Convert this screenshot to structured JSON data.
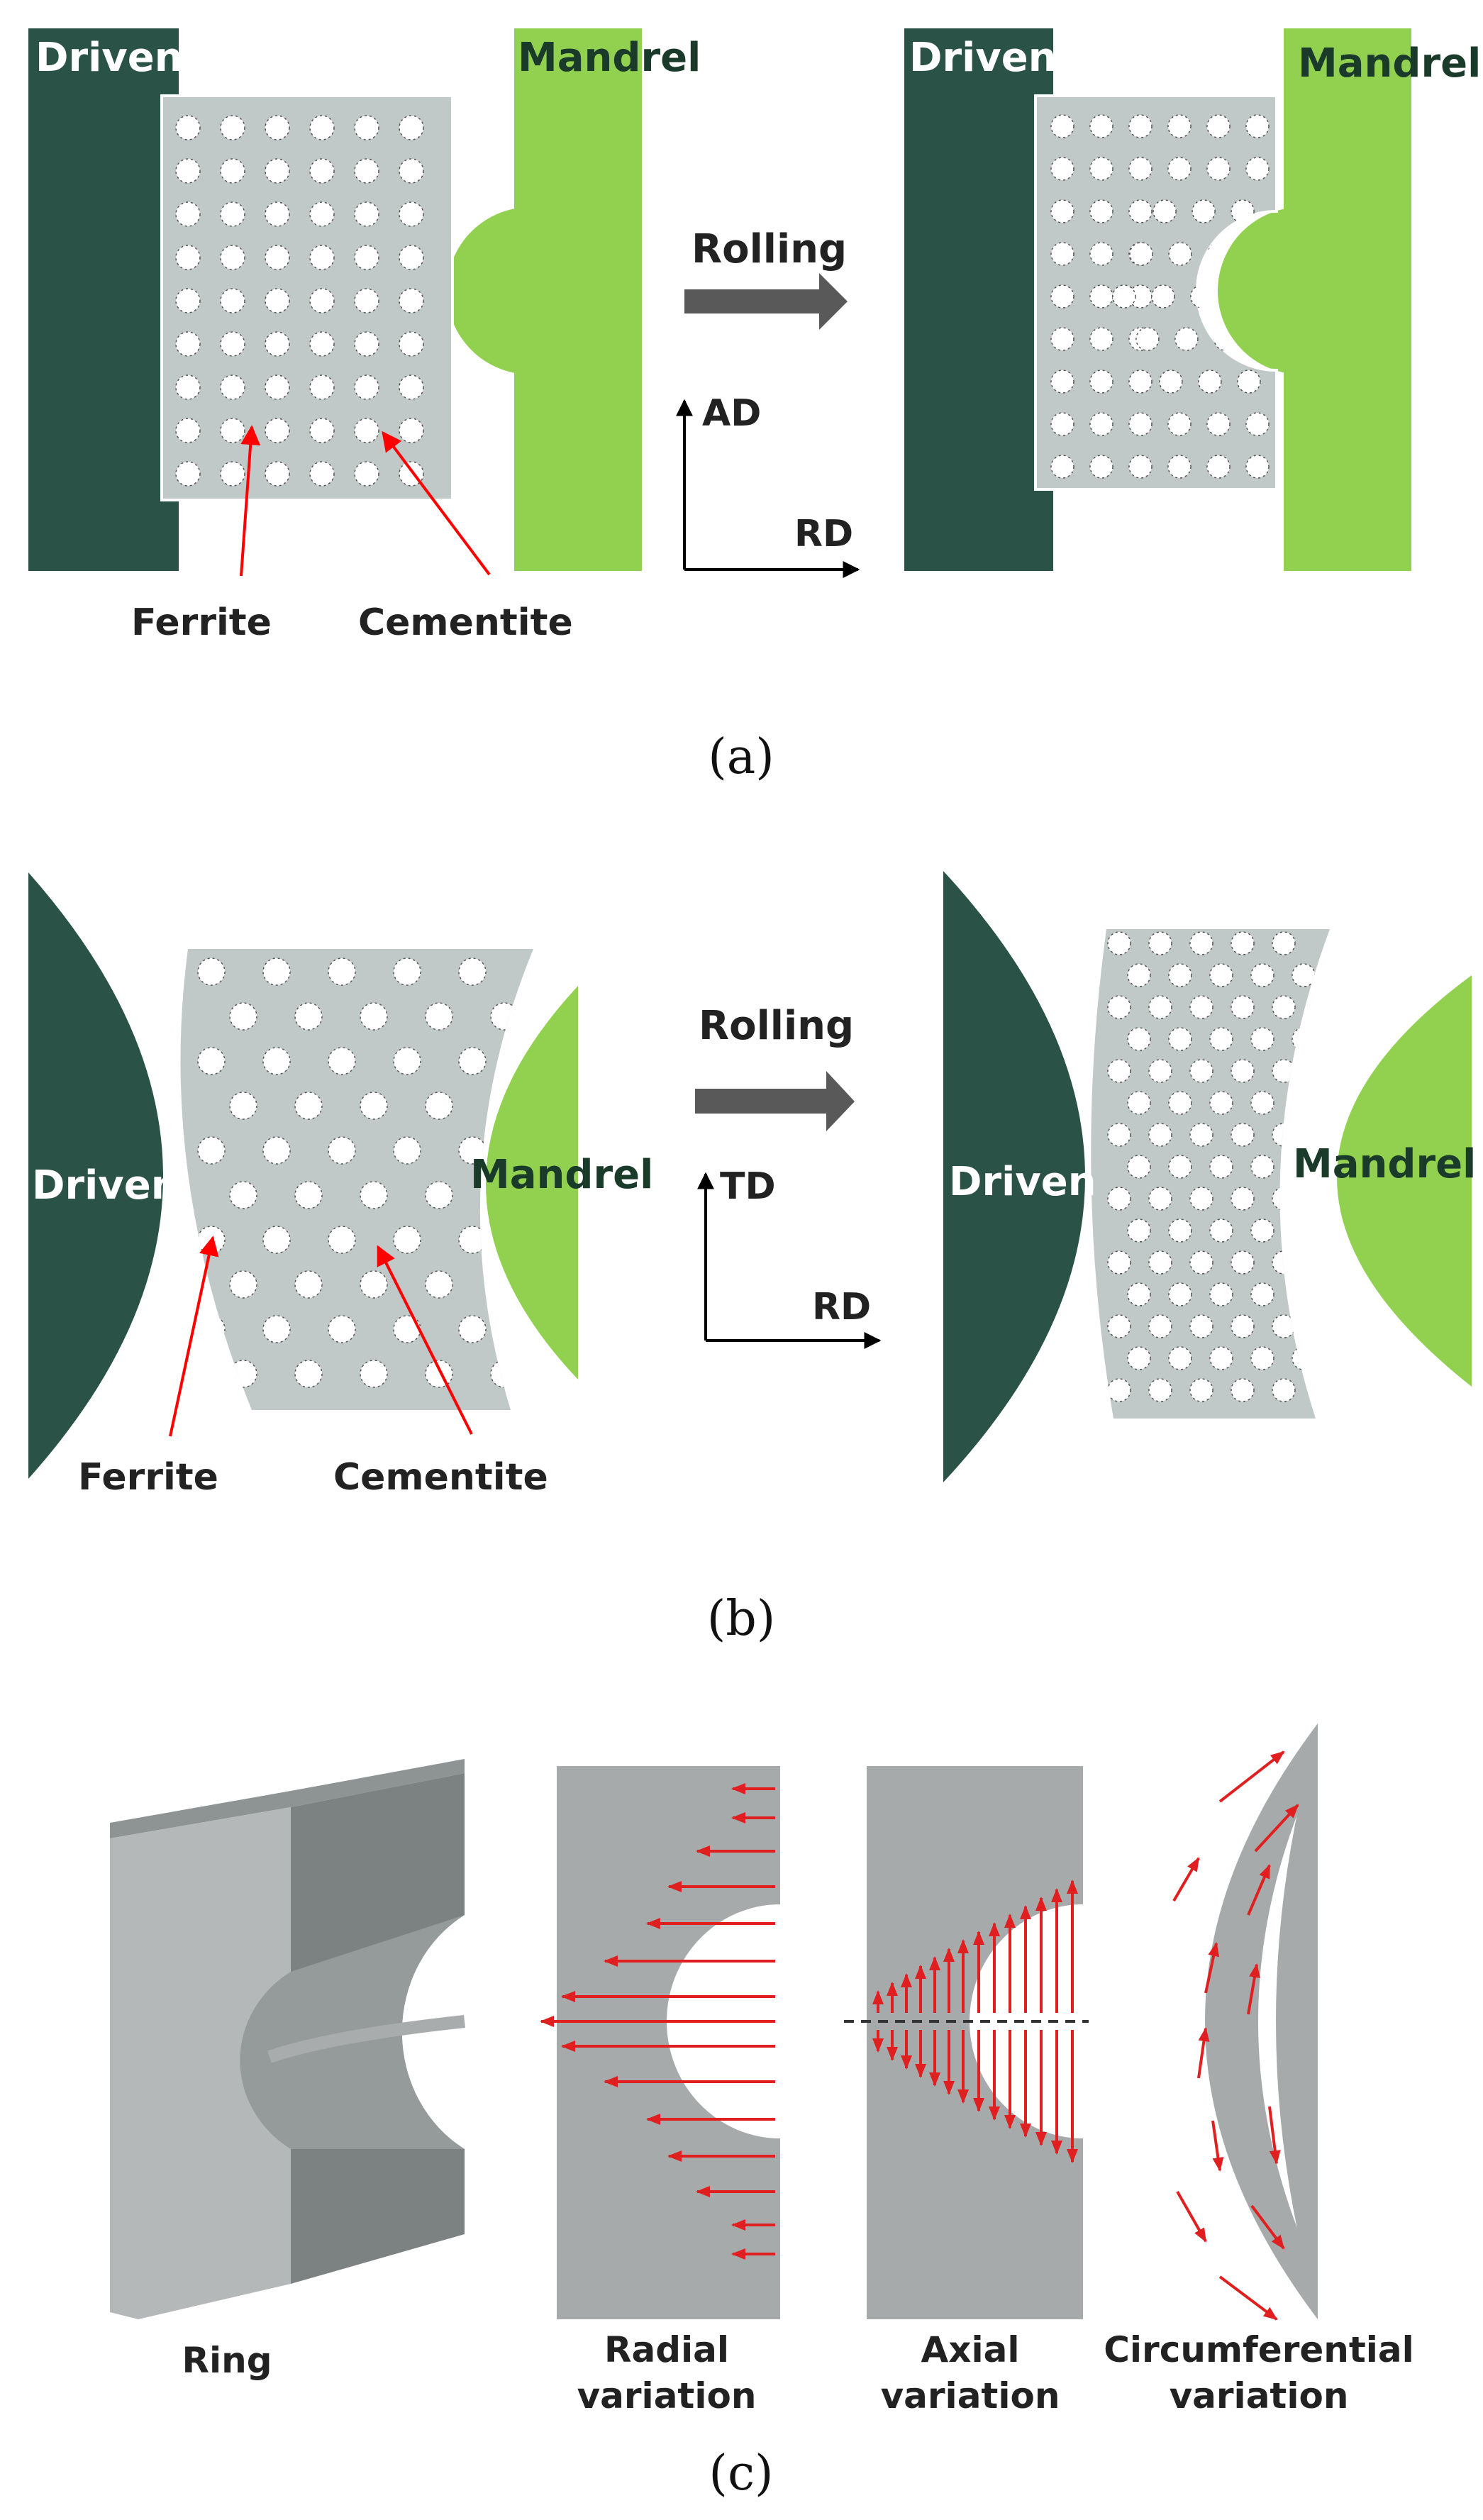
{
  "colors": {
    "driven": "#2b5246",
    "mandrel": "#92d050",
    "matrix": "#c0c8c8",
    "cementite": "#ffffff",
    "arrow": "#595959",
    "pointer": "#ff0000",
    "ring_face": "#b4b8b8",
    "ring_groove": "#7c8282",
    "section": "#a6aaaa",
    "vector": "#e02020"
  },
  "panel_a": {
    "before": {
      "driven": "Driven",
      "mandrel": "Mandrel"
    },
    "after": {
      "driven": "Driven",
      "mandrel": "Mandrel"
    },
    "process": "Rolling",
    "axis_vertical": "AD",
    "axis_horizontal": "RD",
    "ferrite": "Ferrite",
    "cementite": "Cementite",
    "caption": "(a)"
  },
  "panel_b": {
    "before": {
      "driven": "Driven",
      "mandrel": "Mandrel"
    },
    "after": {
      "driven": "Driven",
      "mandrel": "Mandrel"
    },
    "process": "Rolling",
    "axis_vertical": "TD",
    "axis_horizontal": "RD",
    "ferrite": "Ferrite",
    "cementite": "Cementite",
    "caption": "(b)"
  },
  "panel_c": {
    "ring": "Ring",
    "radial": [
      "Radial",
      "variation"
    ],
    "axial": [
      "Axial",
      "variation"
    ],
    "circumferential": [
      "Circumferential",
      "variation"
    ],
    "caption": "(c)"
  }
}
